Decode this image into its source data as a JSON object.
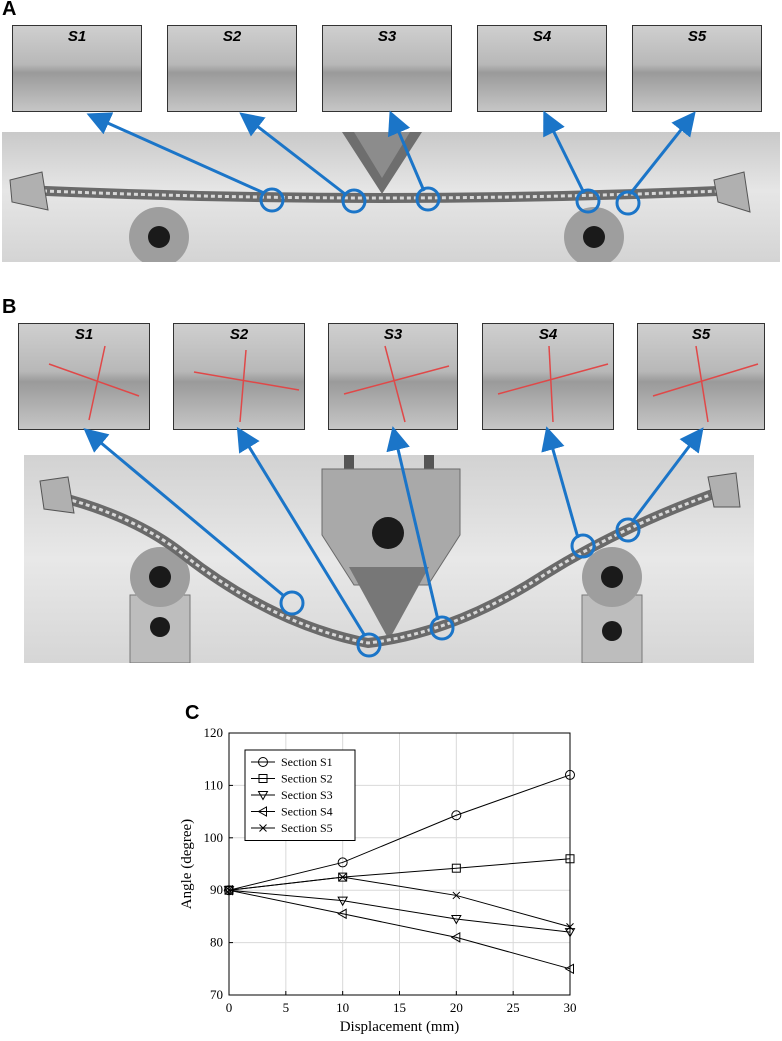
{
  "panels": {
    "a": "A",
    "b": "B",
    "c": "C"
  },
  "insets_a": [
    "S1",
    "S2",
    "S3",
    "S4",
    "S5"
  ],
  "insets_b": [
    "S1",
    "S2",
    "S3",
    "S4",
    "S5"
  ],
  "colors": {
    "arrow": "#1b75c8",
    "angle_mark": "#e04848",
    "chart_line": "#000000"
  },
  "chart_data": {
    "type": "line",
    "x": [
      0,
      10,
      20,
      30
    ],
    "xlabel": "Displacement (mm)",
    "ylabel": "Angle (degree)",
    "xlim": [
      0,
      30
    ],
    "ylim": [
      70,
      120
    ],
    "xticks": [
      0,
      5,
      10,
      15,
      20,
      25,
      30
    ],
    "yticks": [
      70,
      80,
      90,
      100,
      110,
      120
    ],
    "grid": true,
    "legend_position": "top-left",
    "series": [
      {
        "name": "Section S1",
        "marker": "circle",
        "values": [
          90,
          95.3,
          104.3,
          112
        ]
      },
      {
        "name": "Section S2",
        "marker": "square",
        "values": [
          90,
          92.5,
          94.2,
          96
        ]
      },
      {
        "name": "Section S3",
        "marker": "triangle-down",
        "values": [
          90,
          88,
          84.5,
          82
        ]
      },
      {
        "name": "Section S4",
        "marker": "triangle-left",
        "values": [
          90,
          85.5,
          81,
          75
        ]
      },
      {
        "name": "Section S5",
        "marker": "x",
        "values": [
          90,
          92.5,
          89,
          83
        ]
      }
    ]
  }
}
